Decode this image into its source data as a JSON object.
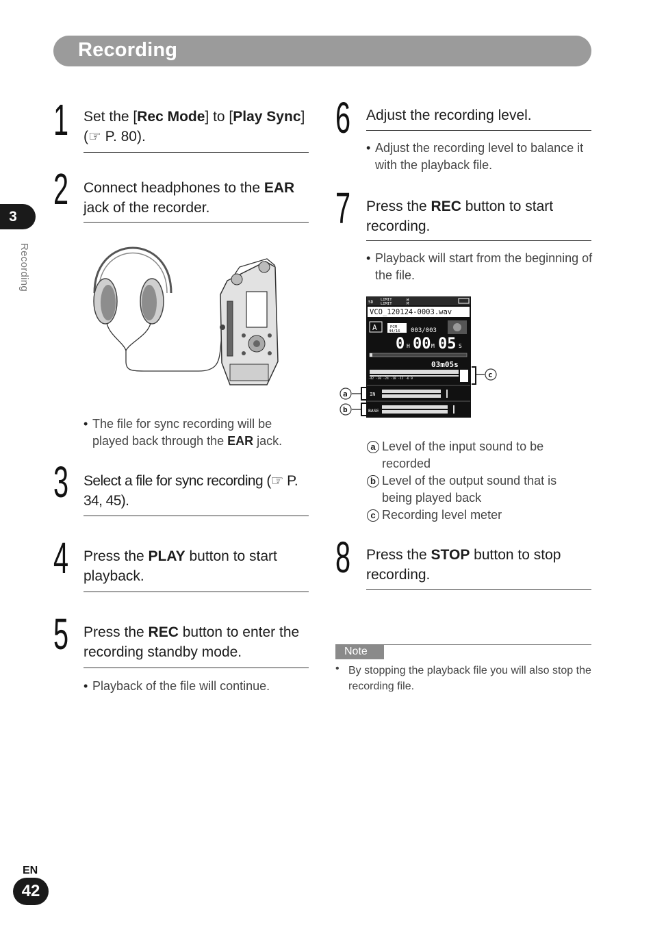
{
  "header": {
    "title": "Recording"
  },
  "side_tab": {
    "number": "3",
    "label": "Recording"
  },
  "steps": [
    {
      "num": "1",
      "parts": [
        "Set the [",
        "Rec Mode",
        "] to [",
        "Play Sync",
        "] (☞ P. 80)."
      ]
    },
    {
      "num": "2",
      "parts": [
        "Connect headphones to the ",
        "EAR",
        " jack of the recorder."
      ]
    },
    {
      "num": "3",
      "text": "Select a file for sync recording (☞ P. 34, 45)."
    },
    {
      "num": "4",
      "parts": [
        "Press the ",
        "PLAY",
        " button to start playback."
      ]
    },
    {
      "num": "5",
      "parts": [
        "Press the ",
        "REC",
        " button to enter the recording standby mode."
      ]
    },
    {
      "num": "6",
      "text": "Adjust the recording level."
    },
    {
      "num": "7",
      "parts": [
        "Press the ",
        "REC",
        " button to start recording."
      ]
    },
    {
      "num": "8",
      "parts": [
        "Press the ",
        "STOP",
        " button to stop recording."
      ]
    }
  ],
  "bullets": {
    "step2": [
      "The file for sync recording will be played back through the ",
      "EAR",
      " jack."
    ],
    "step5": "Playback of the file will continue.",
    "step6": "Adjust the recording level to balance it with the playback file.",
    "step7": "Playback will start from the beginning of the file."
  },
  "screen": {
    "filename": "VCO_120124-0003.wav",
    "track": "003/003",
    "time_h": "0",
    "time_m": "00",
    "time_s": "05",
    "remain": "03m05s",
    "limit1": "LIMIT",
    "limit2": "LIMIT",
    "pcm": "PCM",
    "pcm_rate": "44/16",
    "mode_letter": "A",
    "in_label": "IN",
    "base_label": "BASE",
    "scale": "-42 -30 -24 -18 -12 -6 0"
  },
  "legend": [
    {
      "key": "a",
      "text": "Level of the input sound to be recorded"
    },
    {
      "key": "b",
      "text": "Level of the output sound that is being played back"
    },
    {
      "key": "c",
      "text": "Recording level meter"
    }
  ],
  "note": {
    "label": "Note",
    "text": "By stopping the playback file you will also stop the recording file."
  },
  "footer": {
    "lang": "EN",
    "page": "42"
  }
}
